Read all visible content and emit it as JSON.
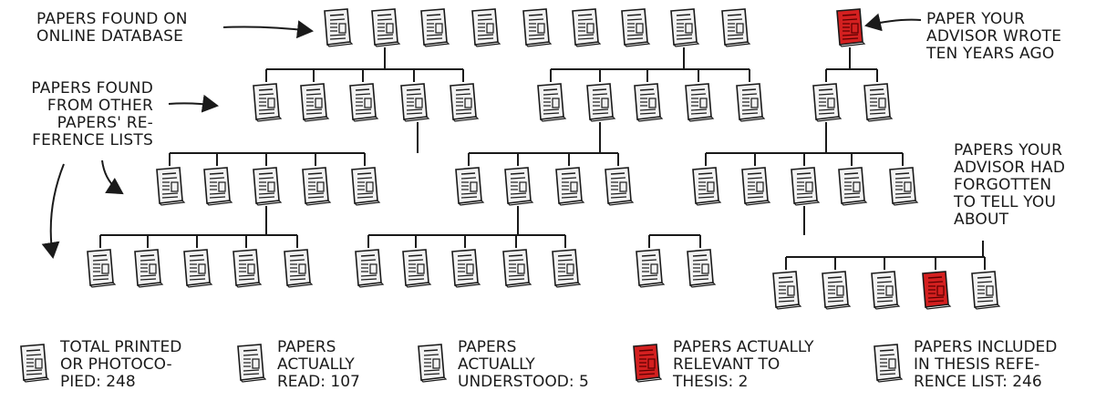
{
  "annotations": {
    "online_db": [
      "Papers found on",
      "online database"
    ],
    "from_refs": [
      "Papers found",
      "from other",
      "papers' re-",
      "ference lists"
    ],
    "advisor_wrote": [
      "Paper your",
      "advisor wrote",
      "ten years ago"
    ],
    "advisor_forgot": [
      "Papers your",
      "advisor had",
      "forgotten",
      "to tell you",
      "about"
    ]
  },
  "legend": [
    {
      "icon": "printed-paper-icon",
      "lines": [
        "Total printed",
        "or photoco-",
        "pied: 248"
      ]
    },
    {
      "icon": "read-paper-icon",
      "lines": [
        "Papers",
        "actually",
        "read: 107"
      ]
    },
    {
      "icon": "understood-paper-icon",
      "lines": [
        "Papers",
        "actually",
        "understood: 5"
      ]
    },
    {
      "icon": "relevant-paper-icon",
      "lines": [
        "Papers actually",
        "relevant to",
        "thesis: 2"
      ]
    },
    {
      "icon": "cited-paper-icon",
      "lines": [
        "Papers included",
        "in thesis refe-",
        "rence list: 246"
      ]
    }
  ],
  "colors": {
    "ink": "#1a1a1a",
    "relevant": "#d42020",
    "paper": "#f2f2f2"
  }
}
